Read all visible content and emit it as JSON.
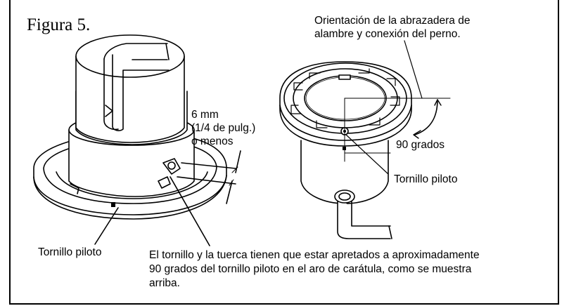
{
  "figure": {
    "title": "Figura 5."
  },
  "labels": {
    "orientation_line1": "Orientación de la abrazadera de",
    "orientation_line2": "alambre y conexión del perno.",
    "gap_line1": "6 mm",
    "gap_line2": "(1/4 de pulg.)",
    "gap_line3": "o menos",
    "degrees": "90 grados",
    "pilot_screw_right": "Tornillo piloto",
    "pilot_screw_left": "Tornillo piloto"
  },
  "note": {
    "line1": "El tornillo y la tuerca tienen que estar apretados a aproximadamente",
    "line2": "90 grados del tornillo piloto en el aro de carátula, como se muestra",
    "line3": "arriba."
  }
}
